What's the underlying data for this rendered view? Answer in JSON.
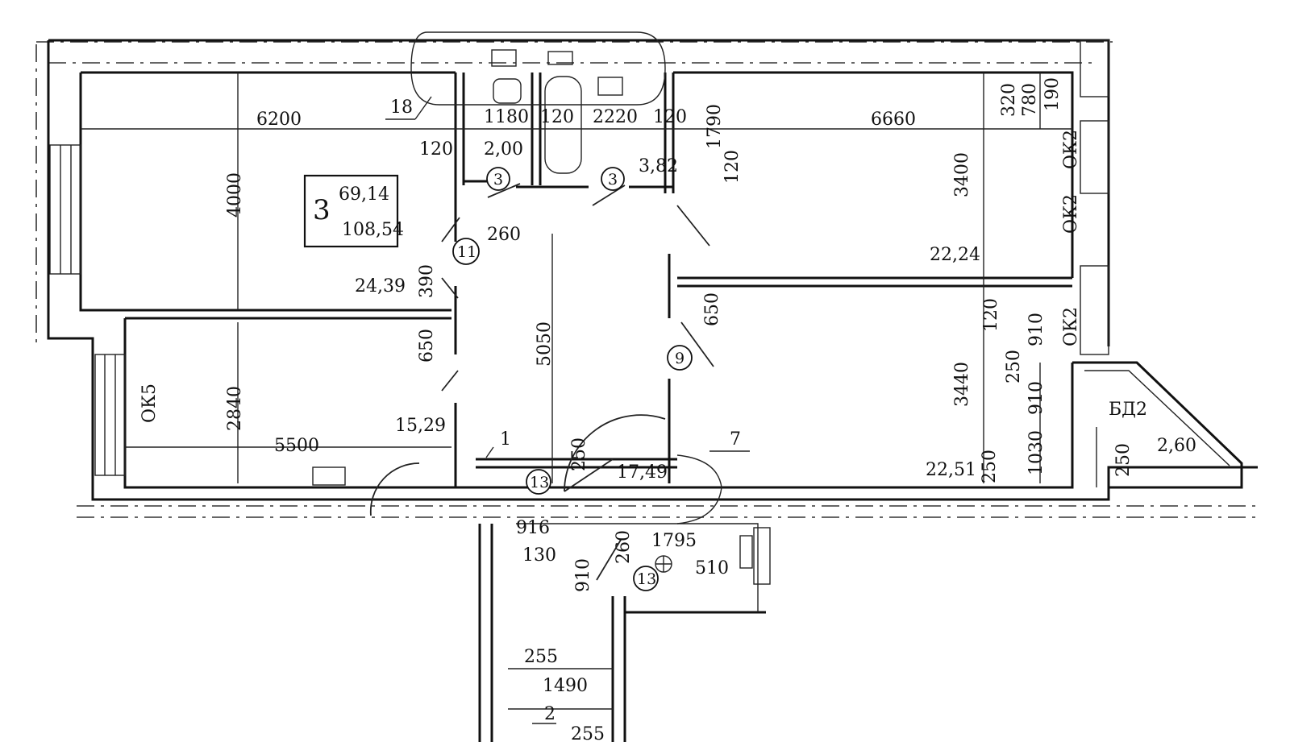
{
  "apartment": {
    "rooms": "3",
    "living_area": "69,14",
    "total_area": "108,54"
  },
  "areas": [
    {
      "id": "room-left-top",
      "text": "24,39"
    },
    {
      "id": "room-left-bottom",
      "text": "15,29"
    },
    {
      "id": "wc",
      "text": "2,00"
    },
    {
      "id": "bath",
      "text": "3,82"
    },
    {
      "id": "room-right-top",
      "text": "22,24"
    },
    {
      "id": "room-right-bottom",
      "text": "22,51"
    },
    {
      "id": "hall",
      "text": "17,49"
    },
    {
      "id": "balcony",
      "text": "2,60"
    }
  ],
  "dims_h": [
    "6200",
    "6660",
    "1180",
    "120",
    "2220",
    "120",
    "120",
    "260",
    "5500",
    "916",
    "1795",
    "130",
    "510",
    "255",
    "1490",
    "255"
  ],
  "dims_v": [
    "4000",
    "390",
    "650",
    "2840",
    "5050",
    "650",
    "1790",
    "120",
    "3400",
    "320",
    "780",
    "190",
    "120",
    "910",
    "250",
    "910",
    "3440",
    "250",
    "1030",
    "250",
    "250",
    "910",
    "260"
  ],
  "door_marks": [
    "3",
    "3",
    "11",
    "9",
    "13",
    "13"
  ],
  "labels": {
    "ok2_a": "ОК2",
    "ok2_b": "ОК2",
    "ok2_c": "ОК2",
    "ok5": "ОК5",
    "bd2": "БД2",
    "leader_18": "18",
    "leader_1": "1",
    "leader_7": "7",
    "leader_2": "2"
  }
}
